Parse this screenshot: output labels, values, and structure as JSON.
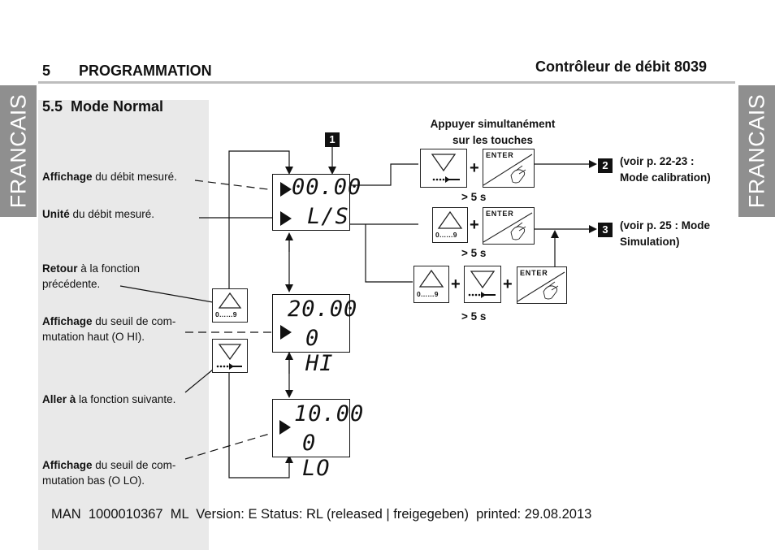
{
  "header": {
    "section_number": "5",
    "section_title": "PROGRAMMATION",
    "product_title": "Contrôleur de débit 8039"
  },
  "side_tabs": {
    "left": "FRANCAIS",
    "right": "FRANCAIS"
  },
  "subsection": {
    "number": "5.5",
    "title": "Mode Normal"
  },
  "labels": {
    "affichage_debit": {
      "bold": "Affichage",
      "rest": " du débit mesuré."
    },
    "unite": {
      "bold": "Unité",
      "rest": " du débit mesuré."
    },
    "retour": {
      "bold": "Retour",
      "rest": " à la fonction",
      "line2": "précédente."
    },
    "seuil_haut": {
      "bold": "Affichage",
      "rest": " du seuil de com-",
      "line2": "mutation haut (O HI)."
    },
    "aller": {
      "bold": "Aller à",
      "rest": " la fonction suivante."
    },
    "seuil_bas": {
      "bold": "Affichage",
      "rest": " du seuil de com-",
      "line2": "mutation bas (O LO)."
    }
  },
  "instruction": {
    "line1": "Appuyer simultanément",
    "line2": "sur les touches"
  },
  "displays": {
    "main": {
      "value": "00.00",
      "unit": "L/S"
    },
    "hi": {
      "value": "20.00",
      "mode": "0 HI"
    },
    "lo": {
      "value": "10.00",
      "mode": "0 LO"
    }
  },
  "keys": {
    "enter": "ENTER",
    "range": "0……9"
  },
  "timings": {
    "t1": "> 5 s",
    "t2": "> 5 s",
    "t3": "> 5 s"
  },
  "markers": {
    "m1": "1",
    "m2": "2",
    "m3": "3",
    "plus": "+"
  },
  "refs": {
    "calibration": {
      "line1": "(voir p. 22-23 :",
      "line2": "Mode calibration)"
    },
    "simulation": {
      "line1": "(voir p. 25 : Mode",
      "line2": "Simulation)"
    }
  },
  "footer": "MAN  1000010367  ML  Version: E Status: RL (released | freigegeben)  printed: 29.08.2013"
}
